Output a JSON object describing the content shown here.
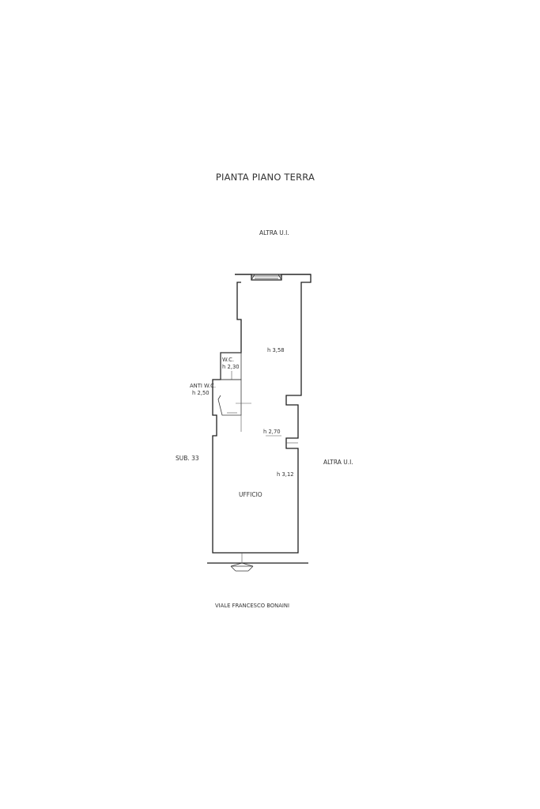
{
  "drawing": {
    "title": "PIANTA PIANO TERRA",
    "neighbors": {
      "north": "ALTRA U.I.",
      "east": "ALTRA U.I.",
      "west": "SUB. 33"
    },
    "street": "VIALE FRANCESCO BONAINI"
  },
  "rooms": {
    "upper_height": "h 3,58",
    "wc_name": "W.C.",
    "wc_height": "h 2,30",
    "anti_name": "ANTI W.C.",
    "anti_height": "h 2,50",
    "passage_height": "h 2,70",
    "office_height": "h 3,12",
    "office_name": "UFFICIO"
  },
  "colors": {
    "line": "#1f1f1f",
    "text": "#333333"
  }
}
